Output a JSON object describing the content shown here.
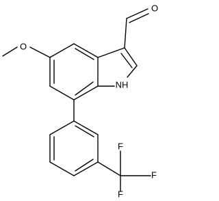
{
  "molecule": {
    "atom_labels": {
      "aldehyde_oxygen": "O",
      "methoxy_oxygen": "O",
      "indole_nh": "NH",
      "trifluoromethyl_fluorine_top": "F",
      "trifluoromethyl_fluorine_right": "F",
      "trifluoromethyl_fluorine_bottom": "F"
    }
  }
}
